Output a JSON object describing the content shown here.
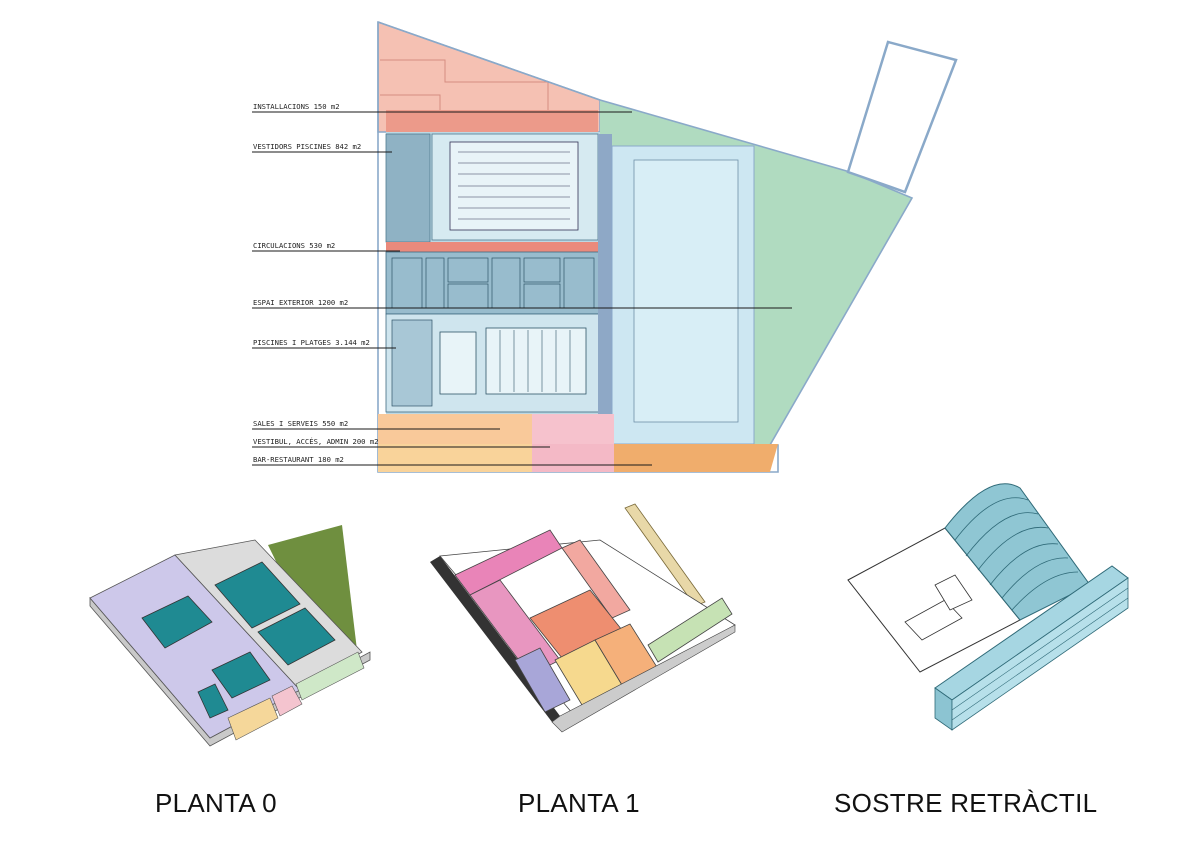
{
  "site_plan": {
    "labels": [
      {
        "id": "installacions",
        "text": "INSTALLACIONS 150 m2"
      },
      {
        "id": "vestidors",
        "text": "VESTIDORS PISCINES 842 m2"
      },
      {
        "id": "circulacions",
        "text": "CIRCULACIONS 530 m2"
      },
      {
        "id": "espai-exterior",
        "text": "ESPAI EXTERIOR 1200  m2"
      },
      {
        "id": "piscines",
        "text": "PISCINES I PLATGES 3.144 m2"
      },
      {
        "id": "sales",
        "text": "SALES I SERVEIS 550 m2"
      },
      {
        "id": "vestibul",
        "text": "VESTIBUL, ACCÉS, ADMIN 200 m2"
      },
      {
        "id": "bar",
        "text": "BAR-RESTAURANT 180 m2"
      }
    ],
    "zone_colors": {
      "installacions": "#f3b2a4",
      "vestidors": "#8fb7c9",
      "circulacions": "#e98a7c",
      "espai_exterior": "#a9d7bb",
      "piscines": "#cfe7f0",
      "sales": "#f8c78f",
      "vestibul": "#f4b9c6",
      "bar": "#f0ad6c"
    }
  },
  "captions": {
    "planta0": "PLANTA 0",
    "planta1": "PLANTA 1",
    "sostre": "SOSTRE RETRÀCTIL"
  }
}
